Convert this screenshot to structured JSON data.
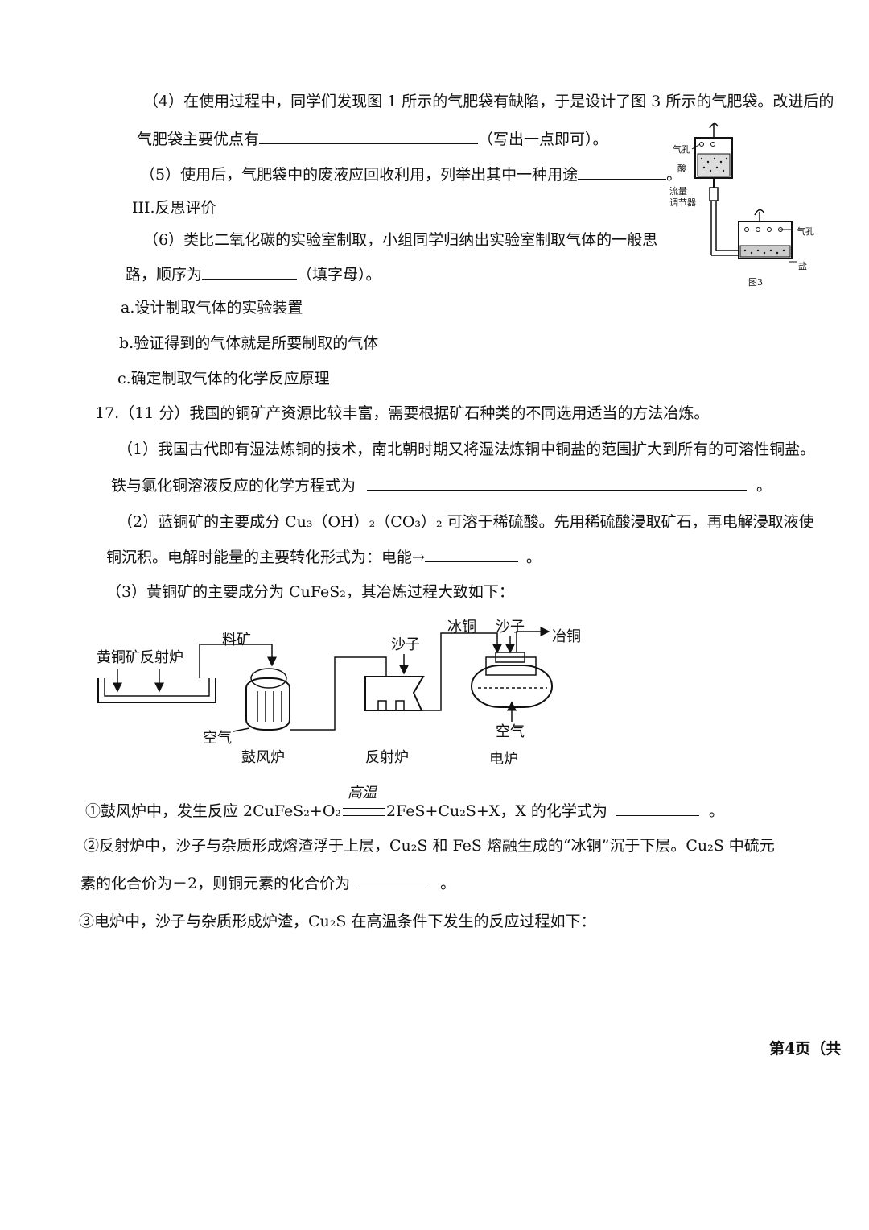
{
  "q16": {
    "p4": "（4）在使用过程中，同学们发现图 1 所示的气肥袋有缺陷，于是设计了图 3 所示的气肥袋。改进后的",
    "p4b_pre": "气肥袋主要优点有",
    "p4b_post": "（写出一点即可）。",
    "p5_pre": "（5）使用后，气肥袋中的废液应回收利用，列举出其中一种用途",
    "p5_post": "。",
    "section3": "III.反思评价",
    "p6": "（6）类比二氧化碳的实验室制取，小组同学归纳出实验室制取气体的一般思",
    "p6b_pre": "路，顺序为",
    "p6b_post": "（填字母）。",
    "opt_a": "a.设计制取气体的实验装置",
    "opt_b": "b.验证得到的气体就是所要制取的气体",
    "opt_c": "c.确定制取气体的化学反应原理"
  },
  "fig3": {
    "hole_top": "气孔",
    "acid": "酸",
    "flow_regulator_1": "流量",
    "flow_regulator_2": "调节器",
    "hole_right": "气孔",
    "salt": "盐",
    "caption": "图3"
  },
  "q17": {
    "title": "17.（11 分）我国的铜矿产资源比较丰富，需要根据矿石种类的不同选用适当的方法冶炼。",
    "p1": "（1）我国古代即有湿法炼铜的技术，南北朝时期又将湿法炼铜中铜盐的范围扩大到所有的可溶性铜盐。",
    "p1b_pre": "铁与氯化铜溶液反应的化学方程式为",
    "p1b_post": "。",
    "p2": "（2）蓝铜矿的主要成分 Cu₃（OH）₂（CO₃）₂ 可溶于稀硫酸。先用稀硫酸浸取矿石，再电解浸取液使",
    "p2b_pre": "铜沉积。电解时能量的主要转化形式为：电能→",
    "p2b_post": "。",
    "p3": "（3）黄铜矿的主要成分为 CuFeS₂，其冶炼过程大致如下：",
    "s1_condition": "高温",
    "s1_pre": "①鼓风炉中，发生反应 2CuFeS₂+O₂",
    "s1_mid": "2FeS+Cu₂S+X，X 的化学式为",
    "s1_post": "。",
    "s2": "②反射炉中，沙子与杂质形成熔渣浮于上层，Cu₂S 和 FeS 熔融生成的“冰铜”沉于下层。Cu₂S 中硫元",
    "s2b_pre": "素的化合价为－2，则铜元素的化合价为",
    "s2b_post": "。",
    "s3": "③电炉中，沙子与杂质形成炉渣，Cu₂S 在高温条件下发生的反应过程如下："
  },
  "flow": {
    "chalcopyrite_reverb": "黄铜矿反射炉",
    "feed_ore": "料矿",
    "sand_1": "沙子",
    "matte": "冰铜",
    "sand_2": "沙子",
    "smelt_copper": "冶铜",
    "air_1": "空气",
    "blast_furnace": "鼓风炉",
    "reverb_furnace": "反射炉",
    "air_2": "空气",
    "electric_furnace": "电炉"
  },
  "footer": {
    "page": "第4页（共"
  }
}
